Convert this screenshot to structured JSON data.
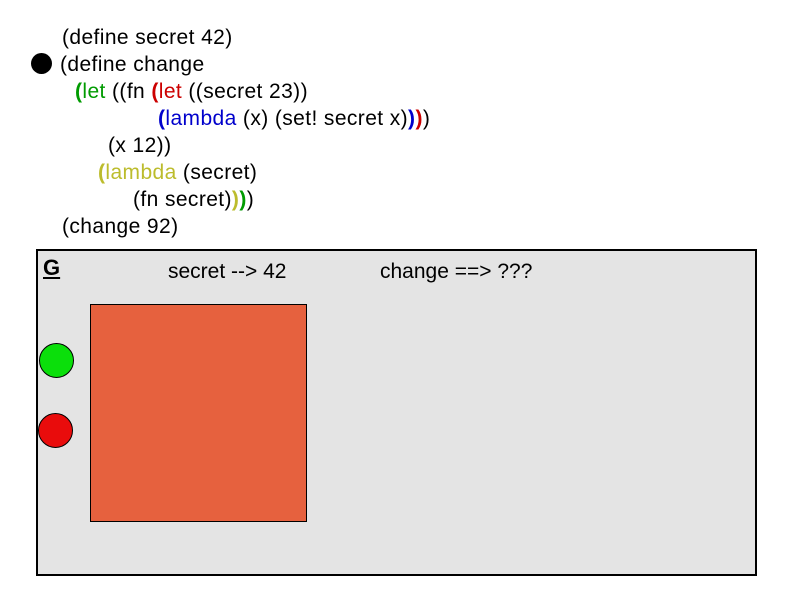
{
  "palette": {
    "code_green": "#009b00",
    "code_red": "#cc0000",
    "code_blue": "#0000cc",
    "code_olive": "#bcbc2c",
    "code_black": "#000000",
    "env_box_bg": "#e4e4e4",
    "env_box_border": "#000000",
    "closure_circle_green": "#0bdf0b",
    "closure_circle_red": "#e90c0c",
    "frame_rect_orange": "#e6613e",
    "bullet_black": "#000000"
  },
  "icons": {
    "bullet_glyph": "●"
  },
  "code": {
    "lines": [
      {
        "segments": [
          {
            "text": "(define secret 42)",
            "color": "black"
          }
        ]
      },
      {
        "has_bullet": true,
        "segments": [
          {
            "text": "(define change",
            "color": "black"
          }
        ]
      },
      {
        "segments": [
          {
            "text": "(",
            "color": "green",
            "bold": true
          },
          {
            "text": "let",
            "color": "green"
          },
          {
            "text": " ((fn ",
            "color": "black"
          },
          {
            "text": "(",
            "color": "red",
            "bold": true
          },
          {
            "text": "let",
            "color": "red"
          },
          {
            "text": " ((secret 23))",
            "color": "black"
          }
        ]
      },
      {
        "segments": [
          {
            "text": "(",
            "color": "blue",
            "bold": true
          },
          {
            "text": "lambda",
            "color": "blue"
          },
          {
            "text": " (x) (set! secret x)",
            "color": "black"
          },
          {
            "text": ")",
            "color": "blue",
            "bold": true
          },
          {
            "text": ")",
            "color": "red",
            "bold": true
          },
          {
            "text": ")",
            "color": "black"
          }
        ]
      },
      {
        "segments": [
          {
            "text": "(x 12))",
            "color": "black"
          }
        ]
      },
      {
        "segments": [
          {
            "text": "(",
            "color": "olive",
            "bold": true
          },
          {
            "text": "lambda",
            "color": "olive"
          },
          {
            "text": " (secret)",
            "color": "black"
          }
        ]
      },
      {
        "segments": [
          {
            "text": "(fn secret)",
            "color": "black"
          },
          {
            "text": ")",
            "color": "olive",
            "bold": true
          },
          {
            "text": ")",
            "color": "green",
            "bold": true
          },
          {
            "text": ")",
            "color": "black"
          }
        ]
      },
      {
        "segments": [
          {
            "text": "(change 92)",
            "color": "black"
          }
        ]
      }
    ]
  },
  "env": {
    "label": "G",
    "secret_binding": "secret --> 42",
    "change_binding": "change ==> ???"
  }
}
